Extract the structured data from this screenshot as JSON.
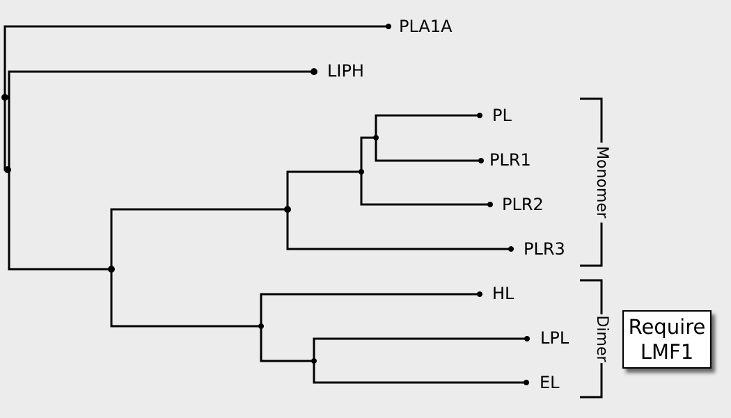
{
  "tree": {
    "leaves": [
      "PLA1A",
      "LIPH",
      "PL",
      "PLR1",
      "PLR2",
      "PLR3",
      "HL",
      "LPL",
      "EL"
    ]
  },
  "groups": {
    "monomer": "Monomer",
    "dimer": "Dimer"
  },
  "callout": {
    "line1": "Require",
    "line2": "LMF1"
  },
  "colors": {
    "background": "#ececec",
    "line": "#000000",
    "callout_background": "#ffffff"
  }
}
